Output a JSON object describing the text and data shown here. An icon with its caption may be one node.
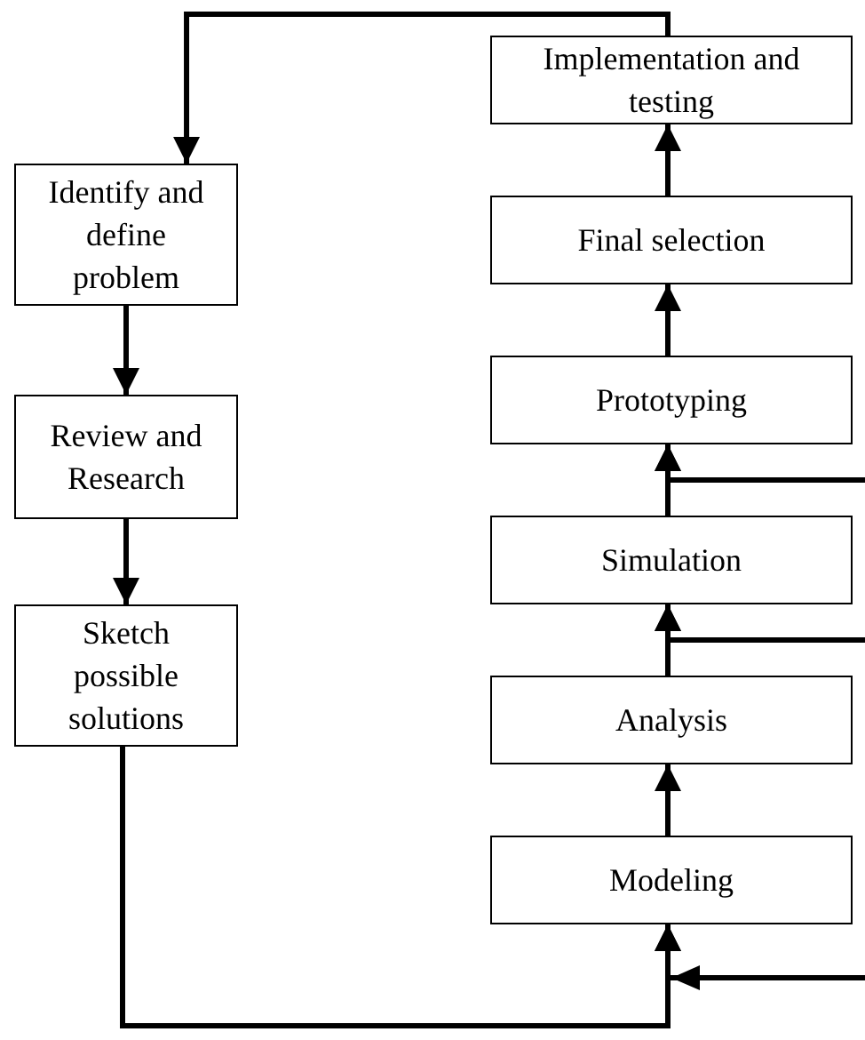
{
  "diagram": {
    "nodes": [
      {
        "text": [
          "Identify and define problem"
        ]
      },
      {
        "text": [
          "Review and Research"
        ]
      },
      {
        "text": [
          "Sketch possible solutions"
        ]
      },
      {
        "text": [
          "Modeling"
        ]
      },
      {
        "text": [
          "Analysis"
        ]
      },
      {
        "text": [
          "Simulation"
        ]
      },
      {
        "text": [
          "Prototyping"
        ]
      },
      {
        "text": [
          "Final selection"
        ]
      },
      {
        "text": [
          "Implementation and testing"
        ]
      }
    ],
    "edges": [
      {
        "from": 0,
        "to": 1,
        "arrow": "to"
      },
      {
        "from": 1,
        "to": 2,
        "arrow": "to"
      },
      {
        "from": 2,
        "to": 3,
        "arrow": "to"
      },
      {
        "from": 3,
        "to": 4,
        "arrow": "to"
      },
      {
        "from": 4,
        "to": 5,
        "arrow": "to"
      },
      {
        "from": 5,
        "to": 6,
        "arrow": "to"
      },
      {
        "from": 6,
        "to": 7,
        "arrow": "to"
      },
      {
        "from": 7,
        "to": 8,
        "arrow": "to"
      },
      {
        "from": 8,
        "to": 0,
        "arrow": "to"
      },
      {
        "from": null,
        "to": 6,
        "arrow": "to"
      },
      {
        "from": null,
        "to": 5,
        "arrow": "to"
      },
      {
        "from": null,
        "to": 3,
        "arrow": "to"
      }
    ]
  }
}
